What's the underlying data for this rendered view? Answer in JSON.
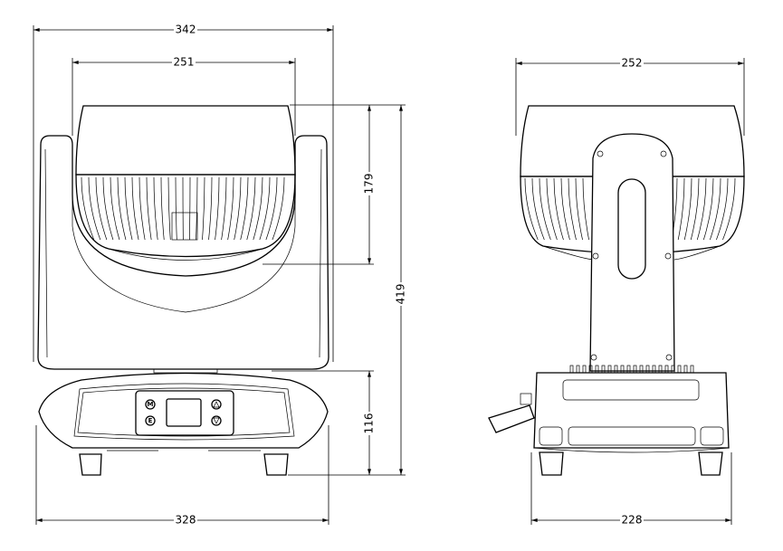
{
  "drawing": {
    "front_view": {
      "dimensions": {
        "overall_width": "342",
        "head_width": "251",
        "head_height": "179",
        "overall_height": "419",
        "base_height": "116",
        "base_width": "328"
      },
      "control_panel": {
        "buttons": [
          "M",
          "E",
          "▲",
          "▼"
        ]
      }
    },
    "side_view": {
      "dimensions": {
        "head_depth": "252",
        "base_depth": "228"
      }
    }
  }
}
